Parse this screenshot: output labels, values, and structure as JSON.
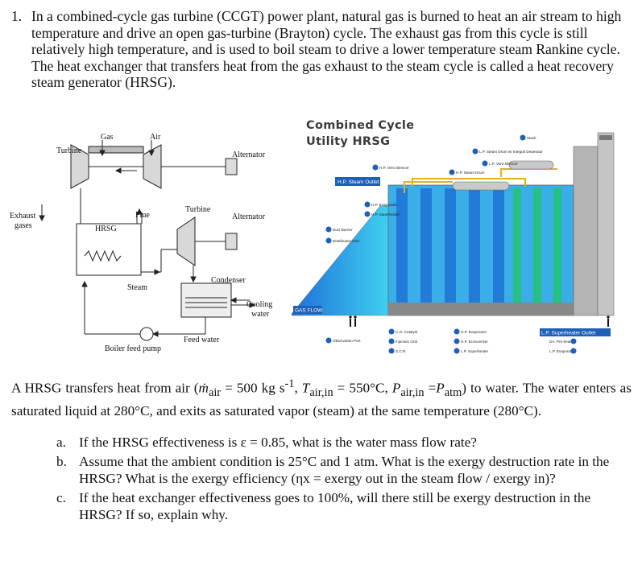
{
  "problem": {
    "number": "1.",
    "intro": "In a combined-cycle gas turbine (CCGT) power plant, natural gas is burned to heat an air stream to high temperature and drive an open gas-turbine (Brayton) cycle. The exhaust gas from this cycle is still relatively high temperature, and is used to boil steam to drive a lower temperature steam Rankine cycle. The heat exchanger that transfers heat from the gas exhaust to the steam cycle is called a heat recovery steam generator (HRSG)."
  },
  "schematic": {
    "labels": {
      "gas": "Gas",
      "air": "Air",
      "turbine_top": "Turbine",
      "alternator_top": "Alternator",
      "exhaust_gases_1": "Exhaust",
      "exhaust_gases_2": "gases",
      "flue": "Flue",
      "hrsg": "HRSG",
      "turbine_mid": "Turbine",
      "alternator_mid": "Alternator",
      "steam": "Steam",
      "condenser": "Condenser",
      "cooling_1": "Cooling",
      "cooling_2": "water",
      "feed_water": "Feed water",
      "boiler_feed_pump": "Boiler feed pump"
    }
  },
  "hrsg_figure": {
    "title_line1": "Combined Cycle",
    "title_line2": "Utility HRSG",
    "hp_steam_outlet": "H.P. Steam Outlet",
    "gas_flow": "GAS FLOW",
    "lp_superheater_outlet": "L.P. Superheater Outlet",
    "callouts": {
      "c19": {
        "n": "19",
        "t": "Stack"
      },
      "c17": {
        "n": "17",
        "t": "L.P. Steam Drum w/ Integral Deaerator"
      },
      "c15": {
        "n": "15",
        "t": "L.P. Vent Silencer"
      },
      "c16": {
        "n": "16",
        "t": "H.P. Vent Silencer"
      },
      "c14": {
        "n": "14",
        "t": "H.P. Steam Drum"
      },
      "c4": {
        "n": "4",
        "t": "H.P. Evaporator"
      },
      "c3": {
        "n": "3",
        "t": "H.P. Superheater"
      },
      "c2": {
        "n": "2",
        "t": "Duct Burner"
      },
      "c1": {
        "n": "1",
        "t": "Distribution Grid"
      },
      "c6": {
        "n": "6",
        "t": "C.O. Catalyst"
      },
      "c7": {
        "n": "7",
        "t": "Injection Grid"
      },
      "c8": {
        "n": "8",
        "t": "S.C.R."
      },
      "c5": {
        "n": "5",
        "t": "Observation Port"
      },
      "c9": {
        "n": "9",
        "t": "H.P. Evaporator"
      },
      "c10": {
        "n": "10",
        "t": "H.P. Economizer"
      },
      "c11": {
        "n": "11",
        "t": "L.P. Superheater"
      },
      "c12": {
        "n": "12",
        "t": "DA. Pre-heater"
      },
      "c13": {
        "n": "13",
        "t": "L.P. Evaporator"
      }
    }
  },
  "question": {
    "stem_a": "A HRSG transfers heat from air (",
    "m": "ṁ",
    "sub_air": "air",
    "stem_b": " = 500 kg s",
    "sup": "-1",
    "stem_c": ", ",
    "T": "T",
    "sub_airin": "air,in",
    "stem_d": " = 550°C, ",
    "P": "P",
    "sub_pairin": "air,in",
    "stem_e": " =",
    "P2": "P",
    "sub_atm": "atm",
    "stem_f": ") to water. The water enters as saturated liquid at 280°C, and exits as saturated vapor (steam) at the same temperature (280°C).",
    "parts": [
      {
        "marker": "a.",
        "text": "If the HRSG effectiveness is ε = 0.85, what is the water mass flow rate?"
      },
      {
        "marker": "b.",
        "text": "Assume that the ambient condition is 25°C and 1 atm. What is the exergy destruction rate in the HRSG? What is the exergy efficiency (ηx = exergy out in the steam flow / exergy in)?"
      },
      {
        "marker": "c.",
        "text": "If the heat exchanger effectiveness goes to 100%, will there still be exergy destruction in the HRSG? If so, explain why."
      }
    ]
  }
}
